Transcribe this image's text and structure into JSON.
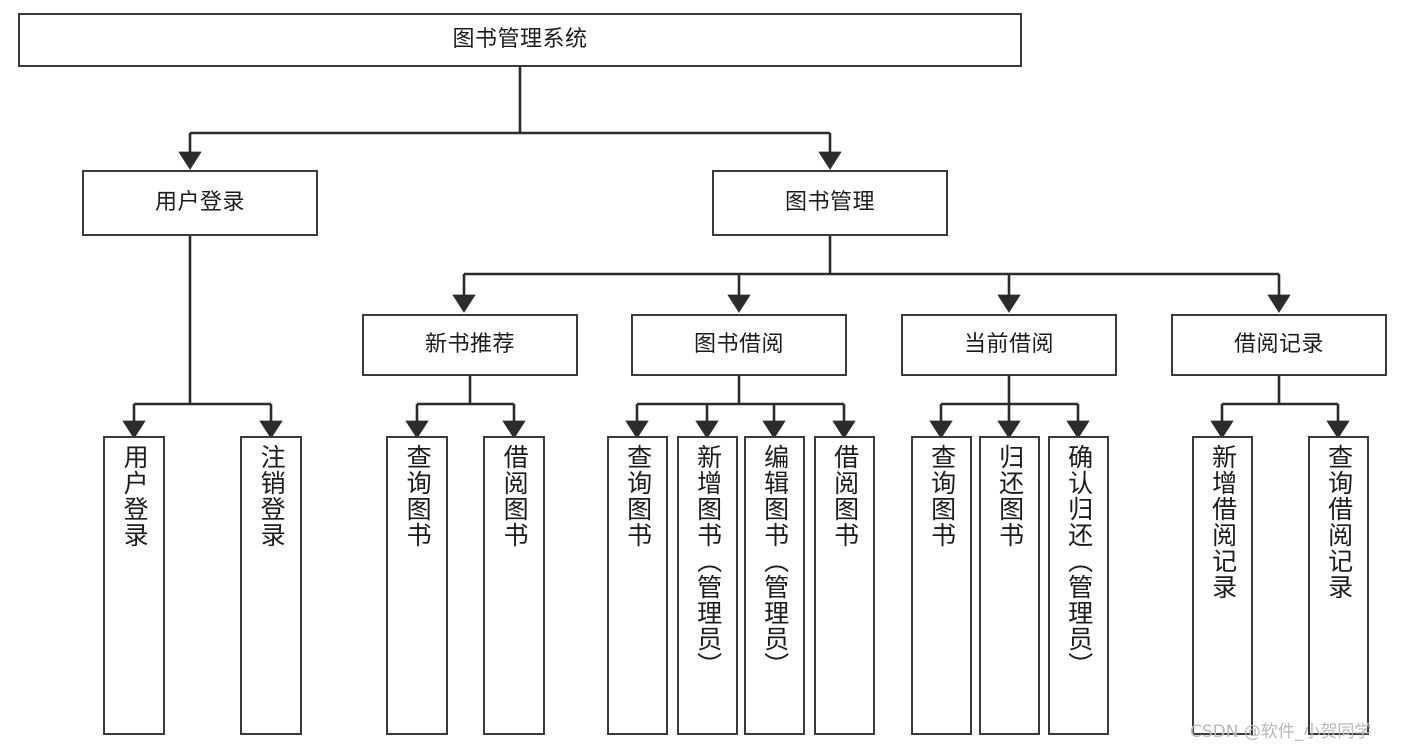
{
  "diagram": {
    "type": "tree-hierarchy",
    "title": "图书管理系统",
    "orientation": "top-down",
    "colors": {
      "box_border": "#3a3a3a",
      "box_fill": "#ffffff",
      "connector": "#2b2b2b",
      "text": "#1c1c1c",
      "watermark": "#b9b9b9"
    },
    "root": {
      "label": "图书管理系统"
    },
    "level2": [
      {
        "label": "用户登录"
      },
      {
        "label": "图书管理"
      }
    ],
    "level3": [
      {
        "label": "新书推荐"
      },
      {
        "label": "图书借阅"
      },
      {
        "label": "当前借阅"
      },
      {
        "label": "借阅记录"
      }
    ],
    "leaves": {
      "user_login": [
        {
          "label": "用户登录"
        },
        {
          "label": "注销登录"
        }
      ],
      "new_book_recommend": [
        {
          "label": "查询图书"
        },
        {
          "label": "借阅图书"
        }
      ],
      "book_borrow": [
        {
          "label": "查询图书"
        },
        {
          "label": "新增图书（管理员）"
        },
        {
          "label": "编辑图书（管理员）"
        },
        {
          "label": "借阅图书"
        }
      ],
      "current_borrow": [
        {
          "label": "查询图书"
        },
        {
          "label": "归还图书"
        },
        {
          "label": "确认归还（管理员）"
        }
      ],
      "borrow_record": [
        {
          "label": "新增借阅记录"
        },
        {
          "label": "查询借阅记录"
        }
      ]
    }
  },
  "watermark": {
    "text": "CSDN @软件_小贺同学"
  }
}
